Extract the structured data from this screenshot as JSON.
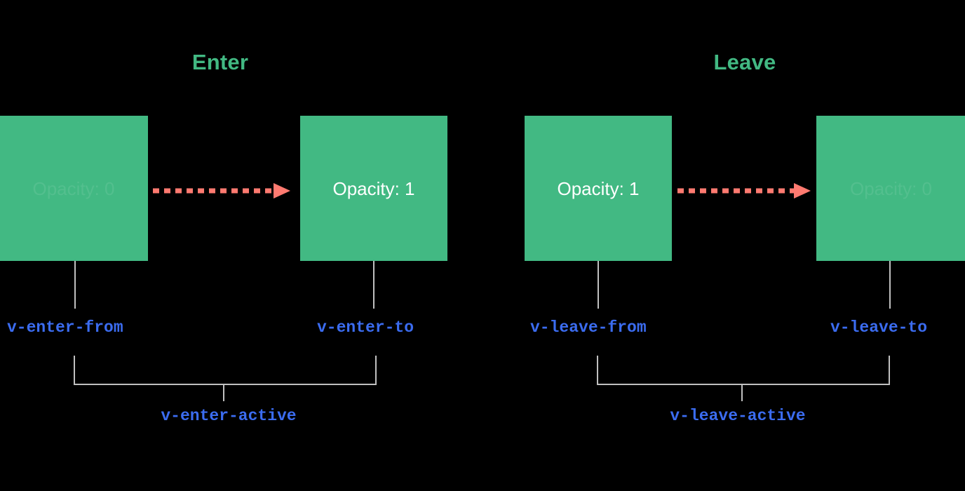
{
  "background_color": "#000000",
  "palette": {
    "box_green": "#42b983",
    "title_green": "#42b983",
    "arrow_salmon": "#ff7a70",
    "class_blue": "#3b6cf0",
    "connector_gray": "#c0c0c0",
    "box_text_white": "#ffffff"
  },
  "sections": [
    {
      "title": "Enter",
      "from_box_text": "Opacity: 0",
      "to_box_text": "Opacity: 1",
      "from_class": "v-enter-from",
      "to_class": "v-enter-to",
      "active_class": "v-enter-active",
      "arrow_icon": "dashed-right-arrow-icon"
    },
    {
      "title": "Leave",
      "from_box_text": "Opacity: 1",
      "to_box_text": "Opacity: 0",
      "from_class": "v-leave-from",
      "to_class": "v-leave-to",
      "active_class": "v-leave-active",
      "arrow_icon": "dashed-right-arrow-icon"
    }
  ]
}
